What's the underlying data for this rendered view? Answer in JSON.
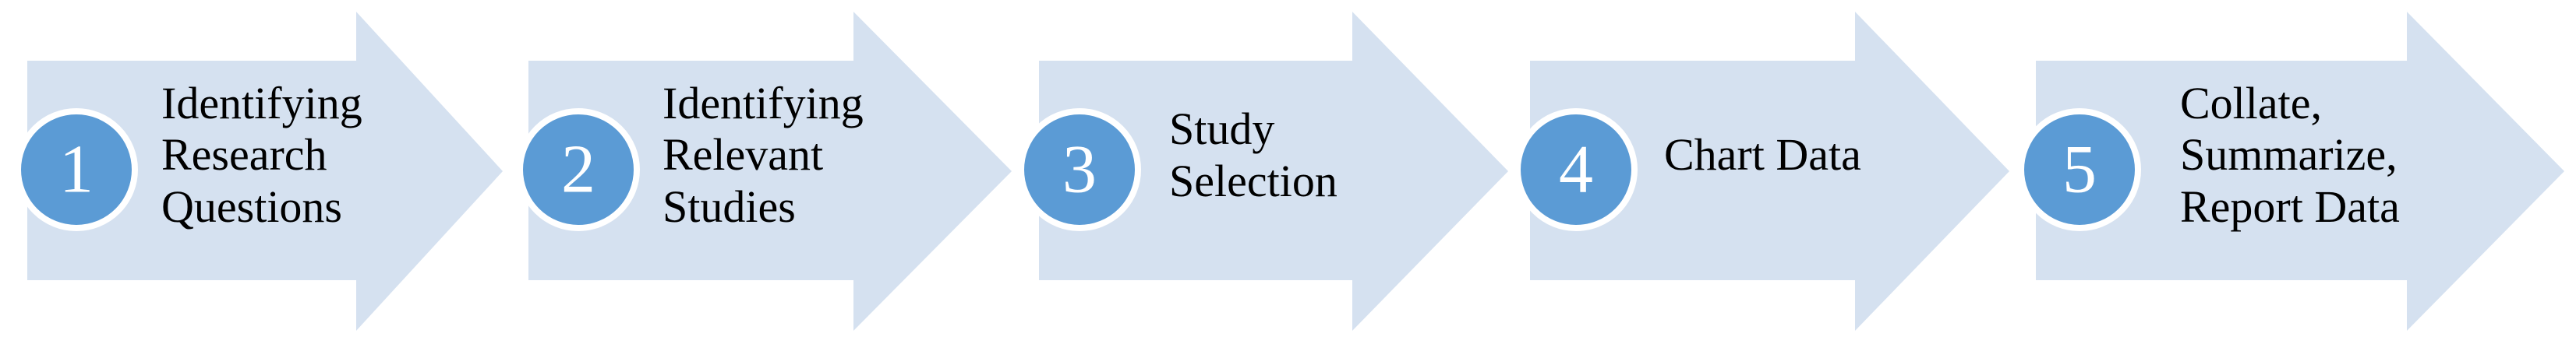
{
  "colors": {
    "arrow_fill": "#d5e1f0",
    "circle_fill": "#5b9bd5",
    "circle_border": "#ffffff",
    "text": "#000000",
    "number_text": "#ffffff"
  },
  "steps": [
    {
      "number": "1",
      "lines": [
        "Identifying",
        "Research",
        "Questions"
      ]
    },
    {
      "number": "2",
      "lines": [
        "Identifying",
        "Relevant",
        "Studies"
      ]
    },
    {
      "number": "3",
      "lines": [
        "Study",
        "Selection"
      ]
    },
    {
      "number": "4",
      "lines": [
        "Chart Data"
      ]
    },
    {
      "number": "5",
      "lines": [
        "Collate,",
        "Summarize,",
        "Report Data"
      ]
    }
  ]
}
